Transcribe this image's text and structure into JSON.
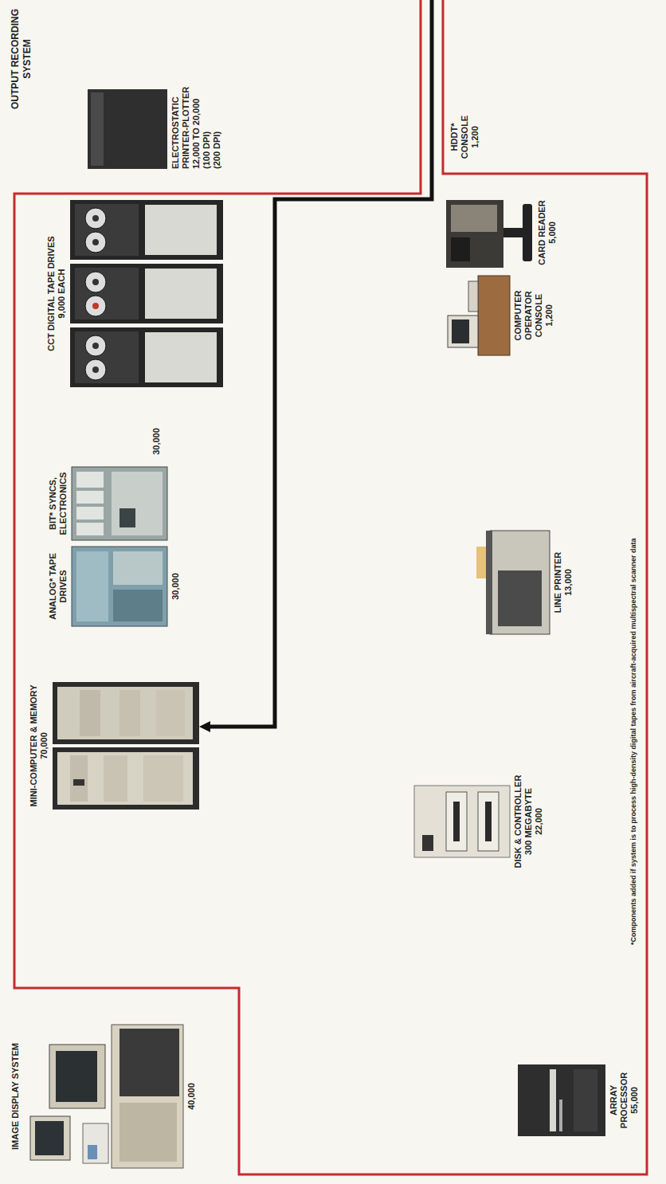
{
  "diagram": {
    "nodes": [
      {
        "text": [
          "IMAGE DISPLAY SYSTEM",
          "40,000"
        ]
      },
      {
        "text": [
          "MINI-COMPUTER & MEMORY",
          "70,000"
        ]
      },
      {
        "text": [
          "ANALOG* TAPE DRIVES",
          "30,000"
        ]
      },
      {
        "text": [
          "BIT* SYNCS, ELECTRONICS",
          "30,000"
        ]
      },
      {
        "text": [
          "CCT DIGITAL TAPE DRIVES",
          "9,000 EACH"
        ]
      },
      {
        "text": [
          "ELECTROSTATIC PRINTER-PLOTTER",
          "12,000 TO 20,000",
          "(100 DPI)",
          "(200 DPI)"
        ]
      },
      {
        "text": [
          "HDDT* CONSOLE",
          "1,200"
        ]
      },
      {
        "text": [
          "COMPUTER OPERATOR CONSOLE",
          "1,200"
        ]
      },
      {
        "text": [
          "CARD READER",
          "5,000"
        ]
      },
      {
        "text": [
          "LINE PRINTER",
          "13,000"
        ]
      },
      {
        "text": [
          "DISK & CONTROLLER",
          "300 MEGABYTE",
          "22,000"
        ]
      },
      {
        "text": [
          "ARRAY PROCESSOR",
          "55,000"
        ]
      }
    ],
    "edges": [
      {
        "from": 1,
        "to": 0,
        "arrow": "both"
      },
      {
        "from": 1,
        "to": 2,
        "arrow": "both"
      },
      {
        "from": 1,
        "to": 3,
        "arrow": "both"
      },
      {
        "from": 1,
        "to": 4,
        "arrow": "both"
      },
      {
        "from": 1,
        "to": 4,
        "arrow": "both"
      },
      {
        "from": 1,
        "to": 4,
        "arrow": "both"
      },
      {
        "from": 1,
        "to": 5,
        "arrow": "to"
      },
      {
        "from": 1,
        "to": 6,
        "arrow": "both"
      },
      {
        "from": 1,
        "to": 7,
        "arrow": "both"
      },
      {
        "from": 1,
        "to": 9,
        "arrow": "both"
      },
      {
        "from": 1,
        "to": 10,
        "arrow": "both"
      },
      {
        "from": 1,
        "to": 11,
        "arrow": "both"
      }
    ],
    "labels": [
      "OUTPUT RECORDING SYSTEM",
      "*Components added if system is to process high-density digital tapes from aircraft-acquired multispectral scanner data"
    ]
  }
}
